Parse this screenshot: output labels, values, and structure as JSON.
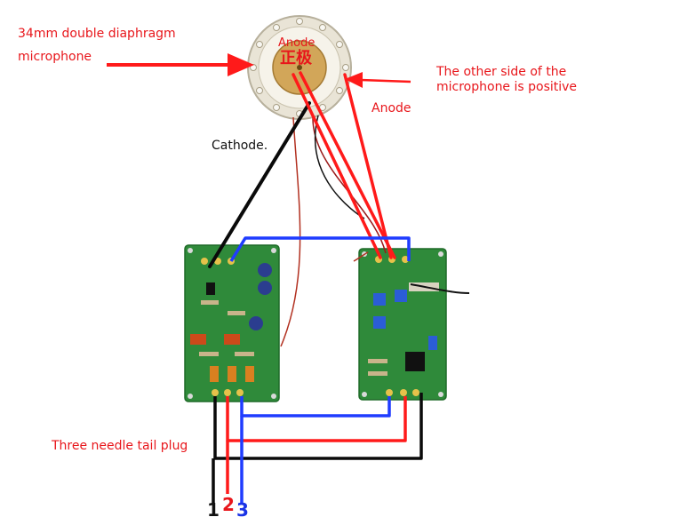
{
  "labels": {
    "mic_line1": "34mm double diaphragm",
    "mic_line2": "microphone",
    "anode_top": "Anode",
    "anode_cn": "正极",
    "other_side_line1": "The other side of the",
    "other_side_line2": "microphone is positive",
    "anode_right": "Anode",
    "cathode": "Cathode.",
    "tail_plug": "Three needle tail plug",
    "pin1": "1",
    "pin2": "2",
    "pin3": "3"
  },
  "colors": {
    "label_red": "#e8161b",
    "wire_red": "#ff1a1a",
    "wire_blue": "#1f3cff",
    "wire_black": "#0a0a0a",
    "pcb_green": "#2f8a3a"
  }
}
